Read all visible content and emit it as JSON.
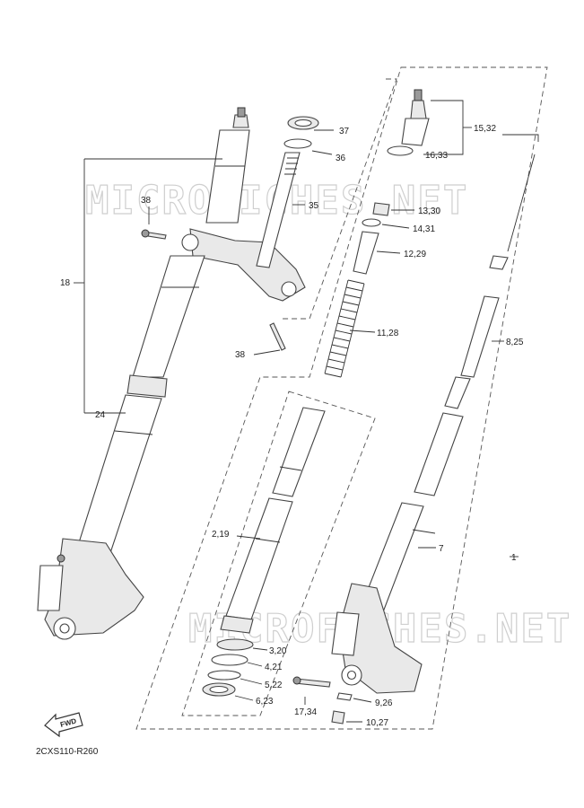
{
  "watermark": "MICROFICHES.NET",
  "diagram_code": "2CXS110-R260",
  "fwd_label": "FWD",
  "callouts": {
    "c37": "37",
    "c36": "36",
    "c35": "35",
    "c38a": "38",
    "c38b": "38",
    "c18": "18",
    "c24": "24",
    "c15_32": "15,32",
    "c16_33": "16,33",
    "c13_30": "13,30",
    "c14_31": "14,31",
    "c12_29": "12,29",
    "c11_28": "11,28",
    "c8_25": "8,25",
    "c2_19": "2,19",
    "c7": "7",
    "c1": "1",
    "c3_20": "3,20",
    "c4_21": "4,21",
    "c5_22": "5,22",
    "c6_23": "6,23",
    "c17_34": "17,34",
    "c9_26": "9,26",
    "c10_27": "10,27"
  }
}
